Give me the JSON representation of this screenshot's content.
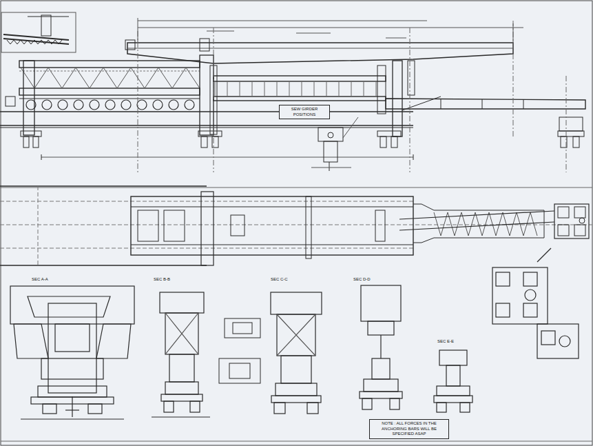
{
  "diagram": {
    "nodes": [
      {
        "text": [
          "SEW GIRDER POSITIONS"
        ]
      },
      {
        "text": [
          "NOTE : ALL FORCES IN THE ANCHORING BARS WILL BE SPECIFIED ASAP"
        ]
      }
    ],
    "labels": [
      "SEC A-A",
      "SEC B-B",
      "SEC C-C",
      "SEC D-D",
      "SEC E-E"
    ]
  }
}
